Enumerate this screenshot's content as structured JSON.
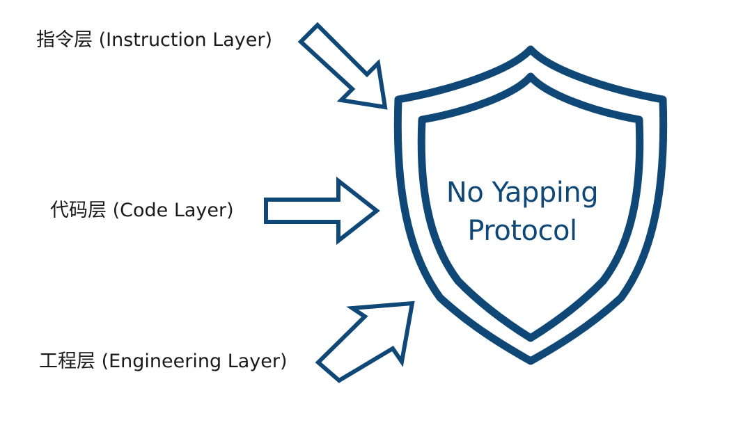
{
  "shield": {
    "title_line_1": "No Yapping",
    "title_line_2": "Protocol"
  },
  "layers": {
    "instruction": "指令层 (Instruction Layer)",
    "code": "代码层 (Code Layer)",
    "engineering": "工程层 (Engineering Layer)"
  },
  "colors": {
    "accent": "#0f4877",
    "text": "#1a1a1a",
    "background": "#ffffff"
  }
}
